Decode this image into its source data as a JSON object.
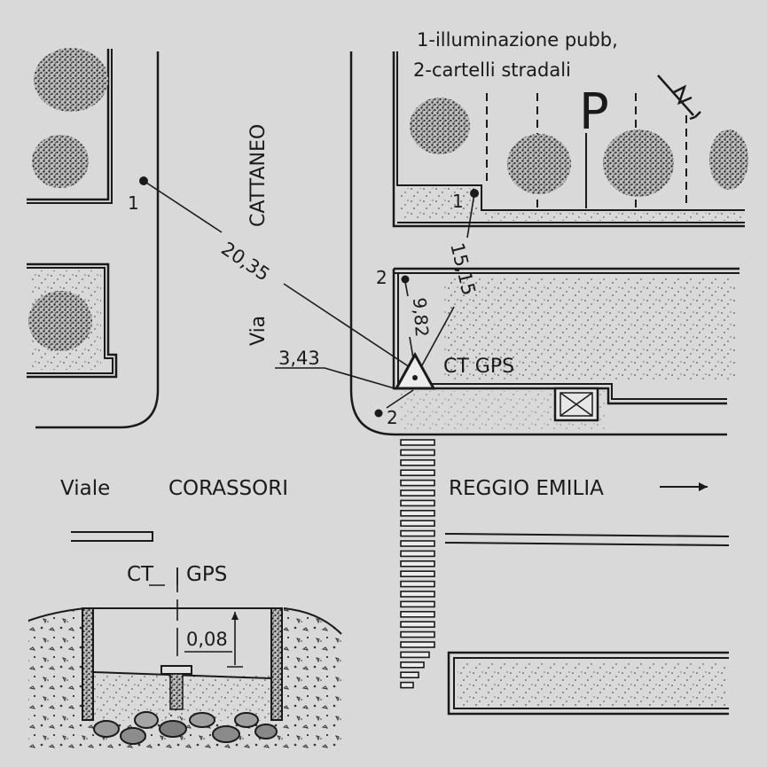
{
  "legend": {
    "item1": "1-illuminazione pubb,",
    "item2": "2-cartelli stradali"
  },
  "parking_symbol": "P",
  "north_symbol": "N",
  "streets": {
    "via_prefix": "Via",
    "via_name": "CATTANEO",
    "viale_prefix": "Viale",
    "viale_name": "CORASSORI",
    "reggio_name": "REGGIO EMILIA",
    "reggio_arrow": "⟶"
  },
  "survey_point": {
    "label": "CT GPS"
  },
  "reference_points": {
    "p1_left": "1",
    "p1_right": "1",
    "p2_top": "2",
    "p2_bottom": "2"
  },
  "distances": {
    "d_20_35": "20,35",
    "d_15_15": "15,15",
    "d_9_82": "9,82",
    "d_3_43": "3,43"
  },
  "detail": {
    "title_left": "CT",
    "title_right": "GPS",
    "depth": "0,08"
  },
  "colors": {
    "background": "#d9d9d9",
    "ink": "#1a1a1a",
    "shrub": "#3a3a3a"
  }
}
